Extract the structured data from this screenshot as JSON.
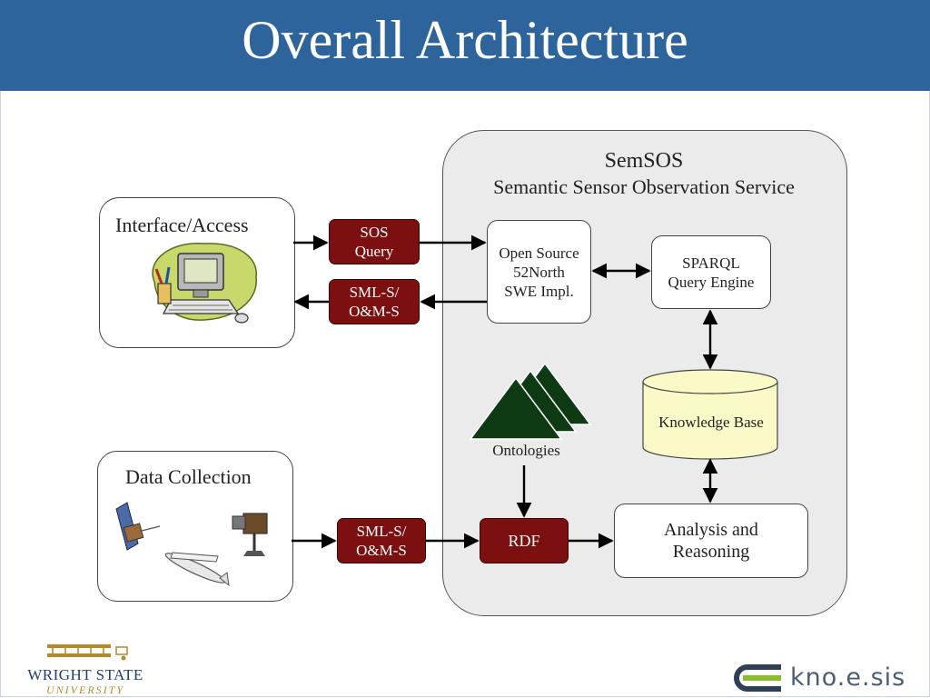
{
  "slide": {
    "title": "Overall Architecture"
  },
  "semsos": {
    "title": "SemSOS",
    "subtitle": "Semantic Sensor Observation Service",
    "nodes": {
      "open_source": "Open Source\n52North\nSWE Impl.",
      "sparql": "SPARQL\nQuery Engine",
      "knowledge_base": "Knowledge Base",
      "ontologies": "Ontologies",
      "analysis": "Analysis  and\nReasoning"
    }
  },
  "interface": {
    "title": "Interface/Access"
  },
  "data_collection": {
    "title": "Data Collection"
  },
  "messages": {
    "sos_query": "SOS\nQuery",
    "sml_response": "SML-S/\nO&M-S",
    "sml_input": "SML-S/\nO&M-S",
    "rdf": "RDF"
  },
  "footer": {
    "wsu_name": "WRIGHT STATE",
    "wsu_univ": "UNIVERSITY",
    "knoesis": "kno.e.sis"
  },
  "colors": {
    "title_bar": "#2e649c",
    "message_box": "#7c1010",
    "knowledge_base": "#fafac8",
    "ontology": "#0d3a12",
    "semsos_bg": "#ebebeb"
  },
  "icons": [
    "computer-clipart",
    "satellite-icon",
    "drone-icon",
    "sensor-device-icon",
    "ontology-triangles-icon",
    "wright-flyer-logo",
    "knoesis-logo"
  ]
}
